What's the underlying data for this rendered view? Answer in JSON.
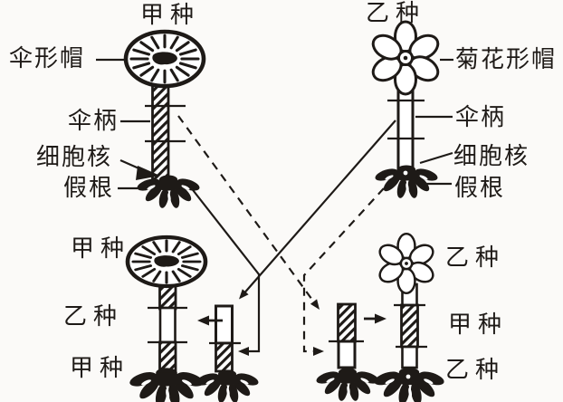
{
  "figure_type": "acetabularia-grafting-experiment-diagram",
  "colors": {
    "ink": "#1e1a17",
    "background": "#fbfaf8"
  },
  "top_left_organism": {
    "species_label": "甲种",
    "cap_label": "伞形帽",
    "stalk_label": "伞柄",
    "nucleus_label": "细胞核",
    "rhizoid_label": "假根"
  },
  "top_right_organism": {
    "species_label": "乙种",
    "cap_label": "菊花形帽",
    "stalk_label": "伞柄",
    "nucleus_label": "细胞核",
    "rhizoid_label": "假根"
  },
  "bottom_left_result": {
    "cap_label": "甲种",
    "mid_label": "乙种",
    "base_label": "甲种"
  },
  "bottom_right_result": {
    "cap_label": "乙种",
    "mid_label": "甲种",
    "base_label": "乙种"
  }
}
